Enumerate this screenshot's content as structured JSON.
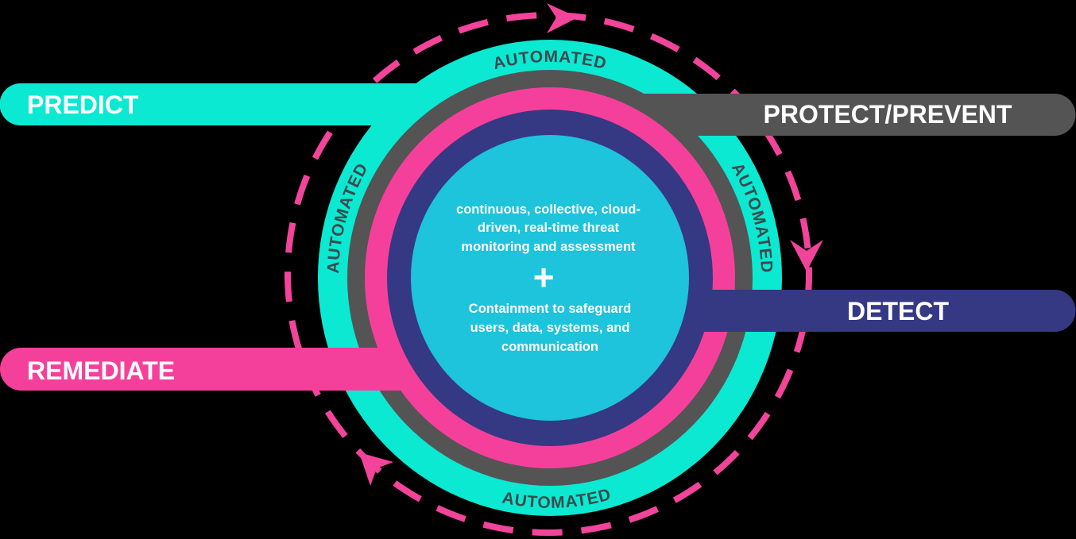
{
  "colors": {
    "teal": "#0be9d2",
    "gray": "#545454",
    "pink": "#f5409b",
    "navy": "#353883",
    "cyan": "#1ec3dc",
    "dash": "#f2449a"
  },
  "stages": {
    "predict": "PREDICT",
    "protect": "PROTECT/PREVENT",
    "detect": "DETECT",
    "remediate": "REMEDIATE"
  },
  "ring_labels": {
    "top": "AUTOMATED",
    "left": "AUTOMATED",
    "right": "AUTOMATED",
    "bottom": "AUTOMATED"
  },
  "center": {
    "top_lines": [
      "continuous, collective, cloud-",
      "driven, real-time threat",
      "monitoring and assessment"
    ],
    "plus": "+",
    "bottom_lines": [
      "Containment to safeguard",
      "users, data, systems, and",
      "communication"
    ]
  }
}
